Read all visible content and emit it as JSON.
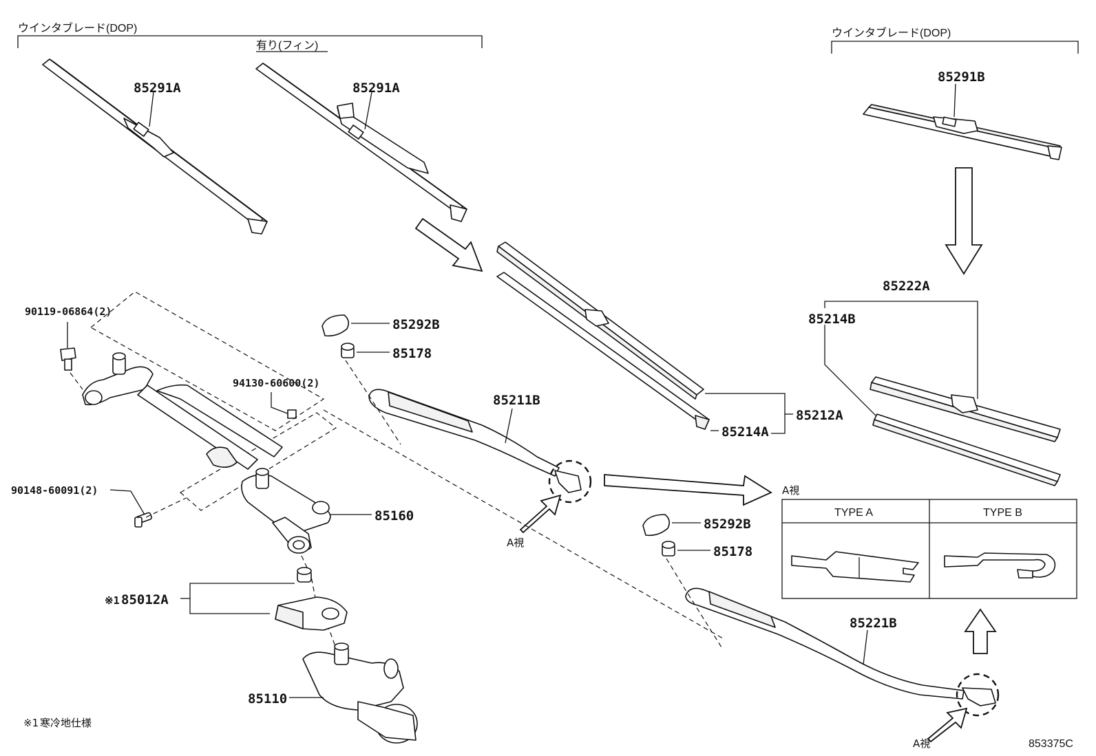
{
  "headers": {
    "front_blade_group": "ウインタブレード(DOP)",
    "fin_type": "有り(フィン)",
    "rear_blade_group": "ウインタブレード(DOP)"
  },
  "parts": {
    "p85291A_left": "85291A",
    "p85291A_fin": "85291A",
    "p85291B": "85291B",
    "p85222A": "85222A",
    "p85214B": "85214B",
    "p85212A": "85212A",
    "p85214A": "85214A",
    "p85292B_front": "85292B",
    "p85178_front": "85178",
    "p85211B": "85211B",
    "p85292B_rear": "85292B",
    "p85178_rear": "85178",
    "p85221B": "85221B",
    "p90119": "90119-06864(2)",
    "p94130": "94130-60600(2)",
    "p90148": "90148-60091(2)",
    "p85160": "85160",
    "p85012A": "85012A",
    "p85110": "85110"
  },
  "marks": {
    "cold_region_mark": "※1",
    "view_a_1": "A視",
    "view_a_2": "A視",
    "view_a_3": "A視"
  },
  "detail_view": {
    "type_a": "TYPE A",
    "type_b": "TYPE B"
  },
  "footnote": {
    "mark": "※1",
    "text": "寒冷地仕様"
  },
  "diagram_code": "853375C",
  "icons": {
    "arrow_icon": "hollow-arrow",
    "detail_circle_icon": "dashed-circle"
  }
}
